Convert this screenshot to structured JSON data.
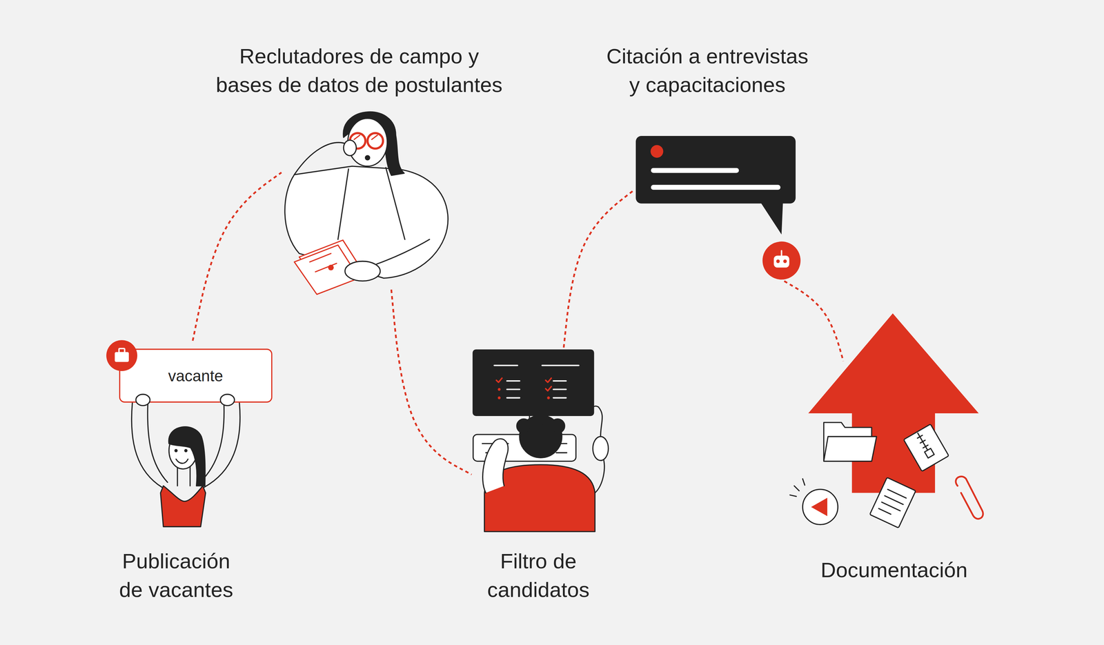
{
  "diagram": {
    "nodes": [
      {
        "text": [
          "Publicación de vacantes"
        ]
      },
      {
        "text": [
          "vacante"
        ],
        "in": 0
      },
      {
        "text": [
          "Reclutadores de campo y bases de datos de postulantes"
        ]
      },
      {
        "text": [
          "Filtro de candidatos"
        ]
      },
      {
        "text": [
          "Citación a entrevistas y capacitaciones"
        ]
      },
      {
        "text": [
          "Documentación"
        ]
      }
    ],
    "edges": [
      {
        "from": 0,
        "to": 2,
        "arrow": "none"
      },
      {
        "from": 2,
        "to": 3,
        "arrow": "none"
      },
      {
        "from": 3,
        "to": 4,
        "arrow": "none"
      },
      {
        "from": 4,
        "to": 5,
        "arrow": "none"
      }
    ]
  }
}
